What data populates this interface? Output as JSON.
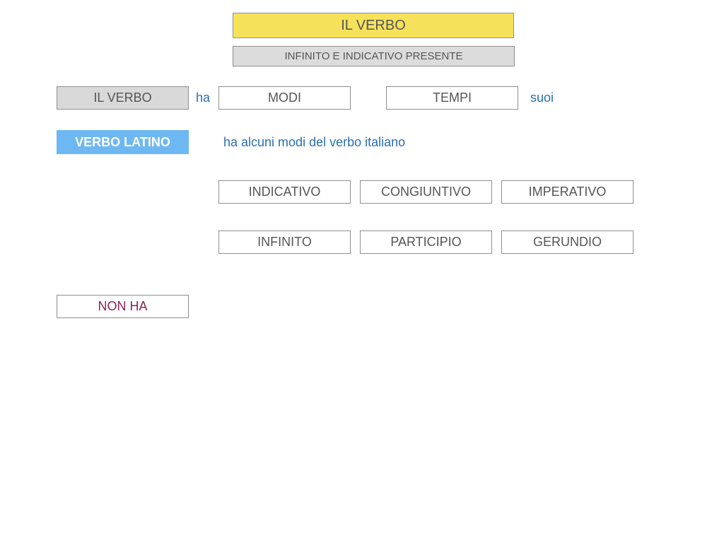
{
  "header": {
    "title": "IL VERBO",
    "subtitle": "INFINITO E INDICATIVO PRESENTE"
  },
  "row1": {
    "subject": "IL VERBO",
    "connector_ha": "ha",
    "modi": "MODI",
    "tempi": "TEMPI",
    "connector_suoi": "suoi"
  },
  "row2": {
    "subject": "VERBO LATINO",
    "statement": "ha alcuni modi del verbo italiano"
  },
  "moods": [
    "INDICATIVO",
    "CONGIUNTIVO",
    "IMPERATIVO",
    "INFINITO",
    "PARTICIPIO",
    "GERUNDIO"
  ],
  "non_ha": "NON HA",
  "colors": {
    "title_fill": "#f5e25a",
    "subtitle_fill": "#dcdcdc",
    "highlight_fill": "#6db8f2",
    "connector_text": "#2a6fb3",
    "non_ha_text": "#8b2157"
  }
}
